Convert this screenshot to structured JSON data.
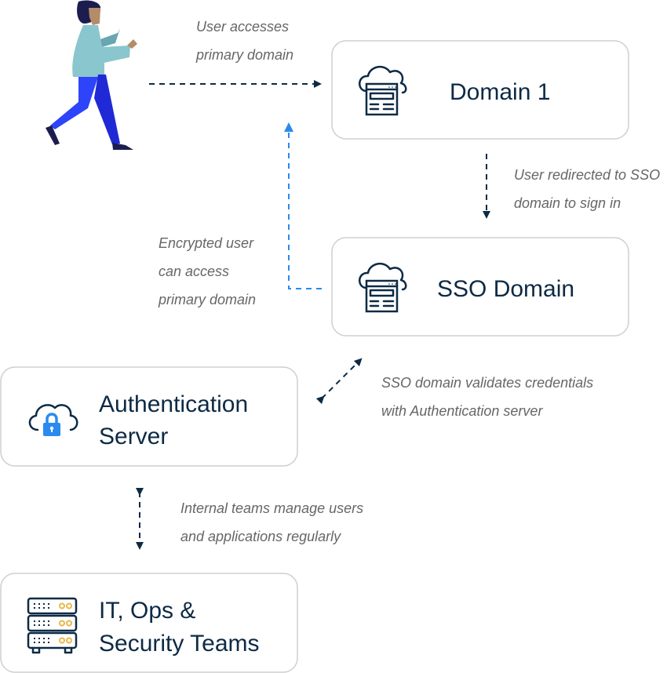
{
  "nodes": {
    "domain1": {
      "title": "Domain 1",
      "icon": "cloud-browser-icon"
    },
    "sso": {
      "title": "SSO Domain",
      "icon": "cloud-browser-icon"
    },
    "auth": {
      "title_line1": "Authentication",
      "title_line2": "Server",
      "icon": "cloud-lock-icon"
    },
    "teams": {
      "title_line1": "IT, Ops &",
      "title_line2": "Security Teams",
      "icon": "server-rack-icon"
    }
  },
  "notes": {
    "access": [
      "User accesses",
      "primary domain"
    ],
    "redirect": [
      "User redirected to SSO",
      "domain to sign in"
    ],
    "encrypted": [
      "Encrypted user",
      "can access",
      "primary domain"
    ],
    "validate": [
      "SSO domain validates credentials",
      "with Authentication server"
    ],
    "manage": [
      "Internal teams manage users",
      "and applications regularly"
    ]
  },
  "colors": {
    "navy": "#0d2a45",
    "blue_arrow": "#2a8af0",
    "lock": "#2a8af0",
    "server_light": "#e8b84a",
    "note": "#666666",
    "border": "#cfcfcf"
  }
}
